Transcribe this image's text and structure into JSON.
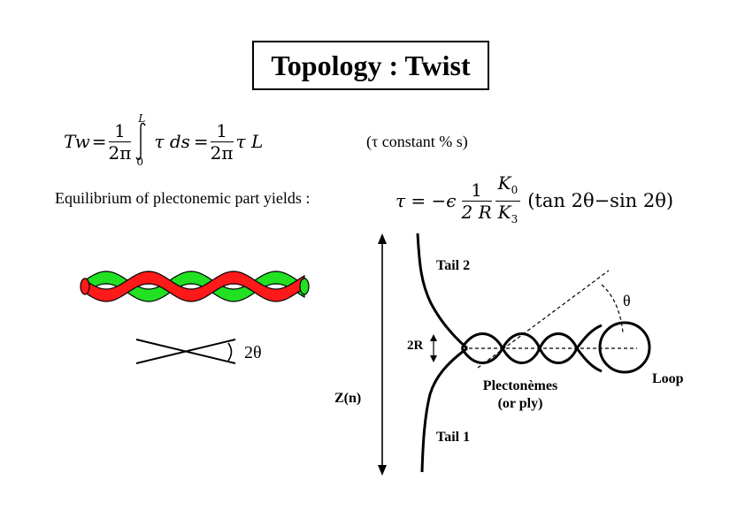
{
  "title": "Topology : Twist",
  "formula1": {
    "lhs": "Tw",
    "eq": "=",
    "frac1_num": "1",
    "frac1_den": "2π",
    "int_upper": "L",
    "int_lower": "0",
    "integrand": "τ ds",
    "frac2_num": "1",
    "frac2_den": "2π",
    "rhs": "τ L",
    "note": "(τ constant % s)"
  },
  "formula2": {
    "label": "Equilibrium of plectonemic part yields :",
    "lhs": "τ = −ϵ",
    "frac1_num": "1",
    "frac1_den": "2 R",
    "frac2_num": "K",
    "frac2_num_sub": "0",
    "frac2_den": "K",
    "frac2_den_sub": "3",
    "paren": "(tan 2θ−sin 2θ)"
  },
  "twisted_rod": {
    "colors": {
      "strand_a": "#ff1a1a",
      "strand_b": "#22e022"
    }
  },
  "angle_label": "2θ",
  "diagram": {
    "tail2": "Tail 2",
    "tail1": "Tail 1",
    "theta": "θ",
    "radius": "2R",
    "loop": "Loop",
    "plectonemes_line1": "Plectonèmes",
    "plectonemes_line2": "(or ply)",
    "axis": "Z(n)"
  }
}
